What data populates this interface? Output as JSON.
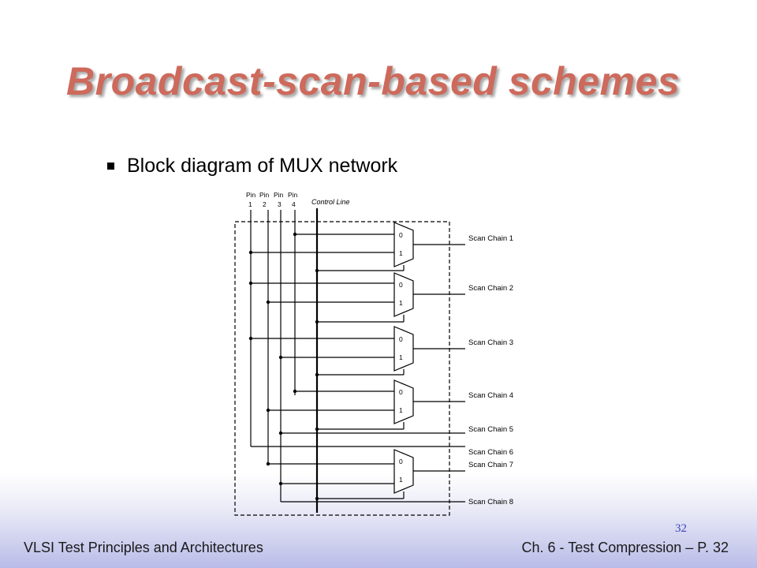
{
  "slide": {
    "title": "Broadcast-scan-based schemes",
    "bullet": "Block diagram of MUX network"
  },
  "diagram": {
    "pins": [
      {
        "top": "Pin",
        "num": "1"
      },
      {
        "top": "Pin",
        "num": "2"
      },
      {
        "top": "Pin",
        "num": "3"
      },
      {
        "top": "Pin",
        "num": "4"
      }
    ],
    "control_line": "Control Line",
    "mux_input0": "0",
    "mux_input1": "1",
    "scan_chains": [
      "Scan Chain 1",
      "Scan Chain 2",
      "Scan Chain 3",
      "Scan Chain 4",
      "Scan Chain 5",
      "Scan Chain 6",
      "Scan Chain 7",
      "Scan Chain 8"
    ]
  },
  "footer": {
    "page_number": "32",
    "left": "VLSI Test Principles and Architectures",
    "right": "Ch. 6 - Test Compression – P. 32"
  },
  "colors": {
    "title": "#cd6a5c",
    "page_number": "#3c46b8",
    "footer_gradient_end": "#b9bce8"
  }
}
